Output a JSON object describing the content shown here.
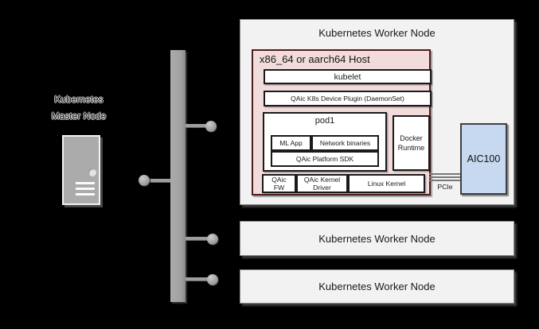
{
  "colors": {
    "background": "#000000",
    "worker_box_bg": "#f2f2f2",
    "worker_box_border": "#8c8c8c",
    "host_box_bg": "#f2dcdb",
    "host_box_border": "#4f1d1c",
    "inner_box_bg": "#ffffff",
    "inner_box_border": "#1a1a1a",
    "accelerator_bg": "#c6d9f0",
    "bus_gray": "#9e9e9e",
    "tower_gray": "#ababab"
  },
  "master_node": {
    "label_line1": "Kubernetes",
    "label_line2": "Master Node"
  },
  "workers": [
    {
      "title": "Kubernetes Worker Node"
    },
    {
      "title": "Kubernetes Worker Node"
    },
    {
      "title": "Kubernetes Worker Node"
    }
  ],
  "host": {
    "title": "x86_64 or aarch64 Host",
    "kubelet_label": "kubelet",
    "device_plugin_label": "QAic K8s Device Plugin (DaemonSet)",
    "pod": {
      "title": "pod1",
      "ml_app": "ML App",
      "network_binaries": "Network binaries",
      "platform_sdk": "QAic Platform SDK"
    },
    "docker_runtime": {
      "line1": "Docker",
      "line2": "Runtime"
    },
    "kernel_row": {
      "qaic_fw": {
        "line1": "QAic",
        "line2": "FW"
      },
      "qaic_kernel_driver": {
        "line1": "QAic Kernel",
        "line2": "Driver"
      },
      "linux_kernel": "Linux Kernel"
    }
  },
  "accelerator": {
    "label": "AIC100"
  },
  "pcie": {
    "label": "PCIe"
  }
}
